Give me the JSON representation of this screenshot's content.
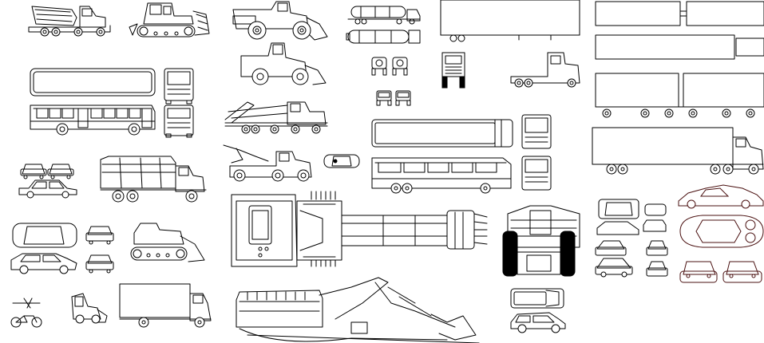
{
  "canvas": {
    "background": "#ffffff",
    "stroke_color": "#000000",
    "accent_stroke_color": "#4a1010"
  },
  "blocks": [
    "cement-mixer-truck-side",
    "crawler-dozer-side",
    "wheel-loader-side",
    "tanker-truck-side",
    "trailer-box-side",
    "semi-trailer-plan",
    "city-bus-plan",
    "city-bus-side",
    "city-bus-front",
    "city-bus-rear",
    "car-carrier-truck-side",
    "wheel-loader-side-small",
    "forklift-icons-front",
    "semi-tractor-front",
    "semi-tractor-side",
    "double-trailer-side",
    "compact-car-fronts",
    "sedan-side",
    "army-cargo-truck-side",
    "tow-truck-side",
    "sports-car-plan",
    "coach-bus-plan",
    "coach-bus-side",
    "coach-bus-front",
    "coach-bus-rear",
    "box-truck-trailer-side",
    "sedan-plan",
    "car-front-views",
    "crawler-dozer-front",
    "hydraulic-excavator-plan",
    "mining-dump-truck-front",
    "sports-cars-collection",
    "porsche-plan-and-views",
    "motorcycle-and-bicycle",
    "skid-steer-loader",
    "box-truck-side",
    "excavator-shovel-side",
    "station-wagon-plan",
    "station-wagon-side"
  ]
}
